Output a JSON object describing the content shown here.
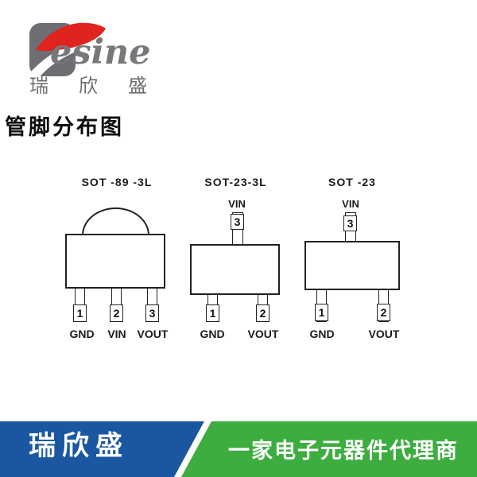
{
  "colors": {
    "footer_blue": "#1a57a0",
    "footer_green": "#3dad3f",
    "logo_red": "#df231f",
    "logo_gray": "#6d6e71",
    "logo_text_gray": "#77787b",
    "line": "#222222"
  },
  "logo": {
    "wordmark": "esine",
    "chinese_name": "瑞欣盛"
  },
  "page_title": "管脚分布图",
  "packages": [
    {
      "name": "SOT -89 -3L",
      "bottom_pins": [
        {
          "num": "1",
          "label": "GND"
        },
        {
          "num": "2",
          "label": "VIN"
        },
        {
          "num": "3",
          "label": "VOUT"
        }
      ]
    },
    {
      "name": "SOT-23-3L",
      "top_pin": {
        "num": "3",
        "label": "VIN"
      },
      "bottom_pins": [
        {
          "num": "1",
          "label": "GND"
        },
        {
          "num": "2",
          "label": "VOUT"
        }
      ]
    },
    {
      "name": "SOT -23",
      "top_pin": {
        "num": "3",
        "label": "VIN"
      },
      "bottom_pins": [
        {
          "num": "1",
          "label": "GND"
        },
        {
          "num": "2",
          "label": "VOUT"
        }
      ]
    }
  ],
  "footer": {
    "company": "瑞欣盛",
    "tagline": "一家电子元器件代理商"
  }
}
